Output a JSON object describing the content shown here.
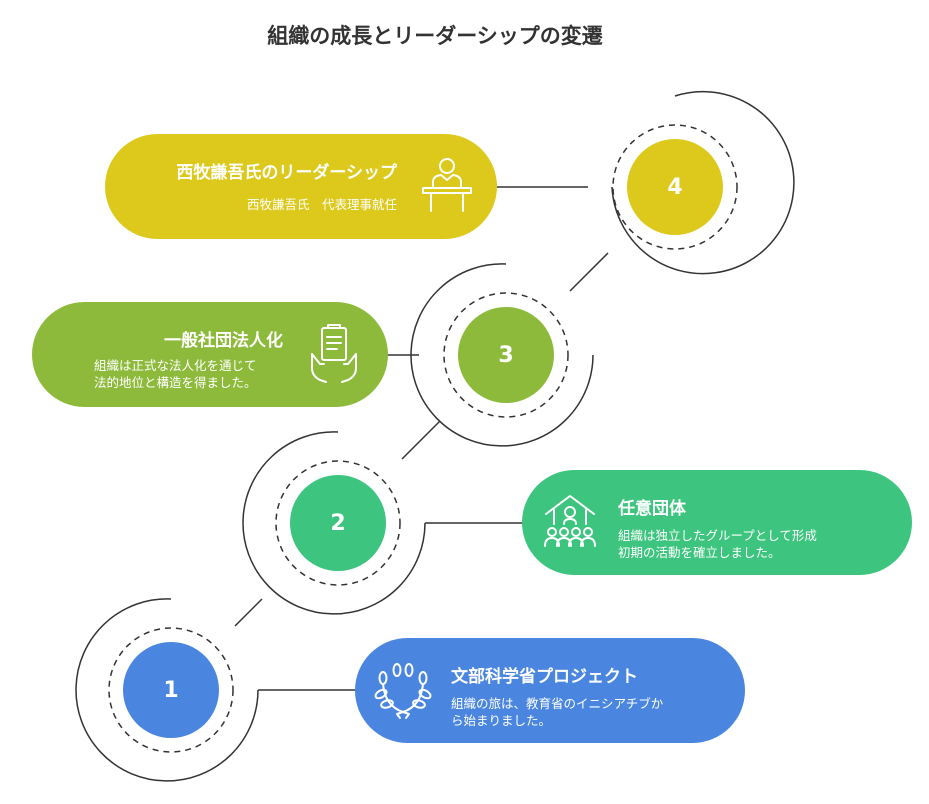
{
  "title": "組織の成長とリーダーシップの変遷",
  "colors": {
    "yellow": "#DDC91C",
    "olive": "#8EBA3C",
    "green": "#3DC47E",
    "blue": "#4A86E0",
    "ring": "#333333"
  },
  "steps": [
    {
      "number": "1",
      "title": "文部科学省プロジェクト",
      "desc_lines": [
        "組織の旅は、教育省のイニシアチブか",
        "ら始まりました。"
      ],
      "icon": "laurel-wreath-icon",
      "color": "#4A86E0"
    },
    {
      "number": "2",
      "title": "任意団体",
      "desc_lines": [
        "組織は独立したグループとして形成",
        "初期の活動を確立しました。"
      ],
      "icon": "group-house-icon",
      "color": "#3DC47E"
    },
    {
      "number": "3",
      "title": "一般社団法人化",
      "desc_lines": [
        "組織は正式な法人化を通じて",
        "法的地位と構造を得ました。"
      ],
      "icon": "document-hands-icon",
      "color": "#8EBA3C"
    },
    {
      "number": "4",
      "title": "西牧謙吾氏のリーダーシップ",
      "desc_lines": [
        "西牧謙吾氏　代表理事就任"
      ],
      "icon": "speaker-podium-icon",
      "color": "#DDC91C"
    }
  ]
}
